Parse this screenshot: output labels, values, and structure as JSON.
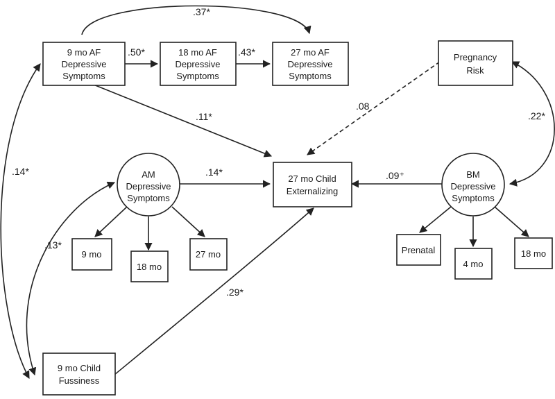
{
  "nodes": {
    "af9": [
      "9 mo AF",
      "Depressive",
      "Symptoms"
    ],
    "af18": [
      "18 mo AF",
      "Depressive",
      "Symptoms"
    ],
    "af27": [
      "27 mo AF",
      "Depressive",
      "Symptoms"
    ],
    "preg": [
      "Pregnancy",
      "Risk"
    ],
    "am": [
      "AM",
      "Depressive",
      "Symptoms"
    ],
    "outcome": [
      "27 mo Child",
      "Externalizing"
    ],
    "bm": [
      "BM",
      "Depressive",
      "Symptoms"
    ],
    "am9": [
      "9 mo"
    ],
    "am18": [
      "18 mo"
    ],
    "am27": [
      "27 mo"
    ],
    "prenatal": [
      "Prenatal"
    ],
    "bm4": [
      "4 mo"
    ],
    "bm18": [
      "18 mo"
    ],
    "fuss": [
      "9 mo Child",
      "Fussiness"
    ]
  },
  "coefficients": {
    "af9_af27": ".37*",
    "af9_af18": ".50*",
    "af18_af27": ".43*",
    "af9_out": ".11*",
    "preg_out": ".08",
    "preg_bm": ".22*",
    "af9_fuss": ".14*",
    "am_out": ".14*",
    "bm_out": ".09⁺",
    "am_fuss": ".13*",
    "fuss_out": ".29*"
  }
}
